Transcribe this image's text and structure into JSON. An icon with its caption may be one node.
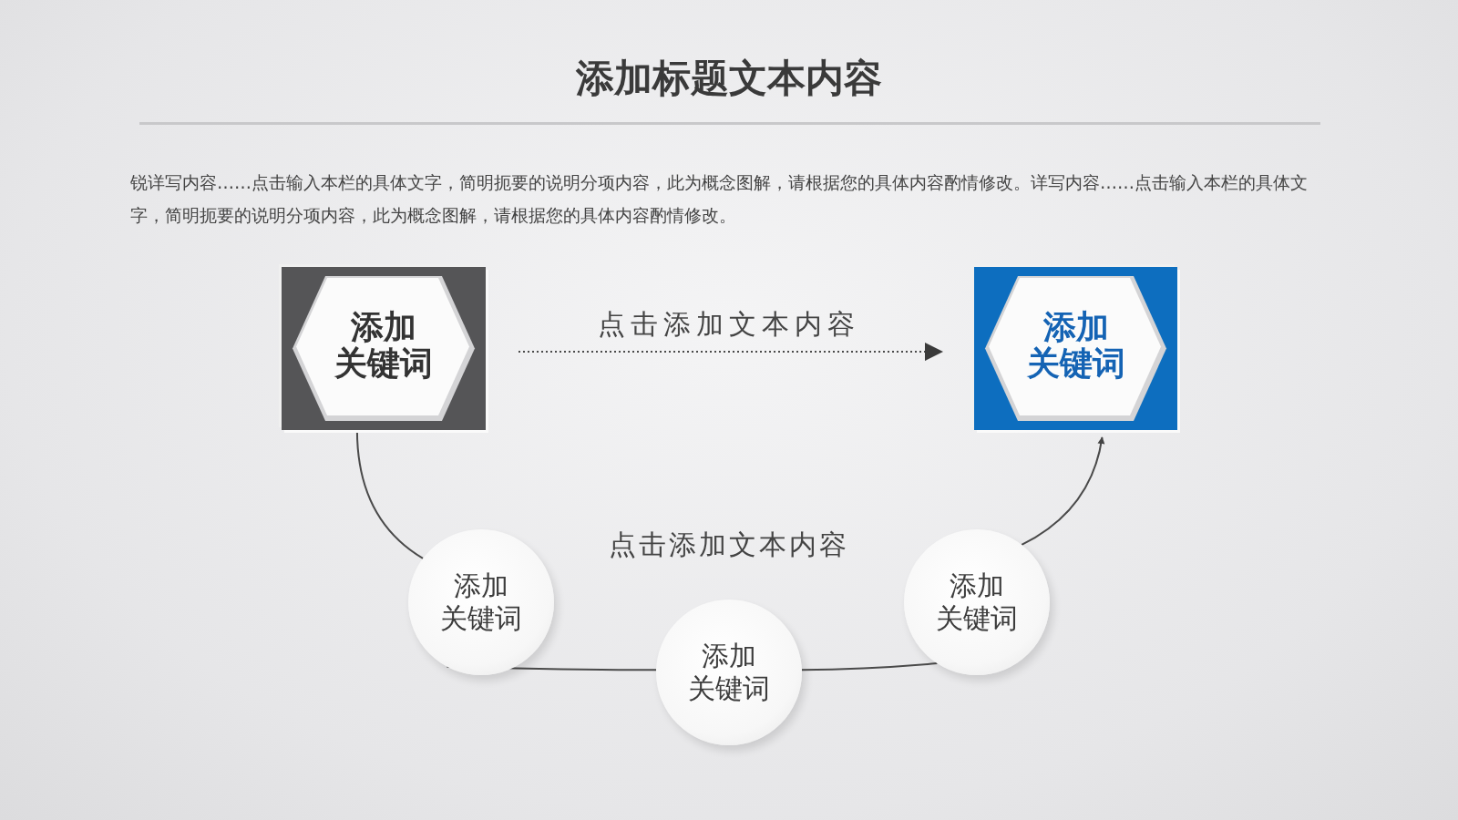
{
  "diagram": {
    "title": "添加标题文本内容",
    "nodes": [
      {
        "text": [
          "添加",
          "关键词"
        ]
      },
      {
        "text": [
          "添加",
          "关键词"
        ]
      },
      {
        "text": [
          "添加",
          "关键词"
        ]
      },
      {
        "text": [
          "添加",
          "关键词"
        ]
      },
      {
        "text": [
          "添加",
          "关键词"
        ]
      }
    ],
    "edges": [
      {
        "from": 0,
        "to": 1,
        "arrow": "to",
        "style": "dashed",
        "label": "点击添加文本内容"
      },
      {
        "from": 0,
        "to": 2,
        "arrow": "none"
      },
      {
        "from": 2,
        "to": 3,
        "arrow": "none"
      },
      {
        "from": 3,
        "to": 4,
        "arrow": "none"
      },
      {
        "from": 4,
        "to": 1,
        "arrow": "to"
      }
    ],
    "labels": [
      "锐详写内容……点击输入本栏的具体文字，简明扼要的说明分项内容，此为概念图解，请根据您的具体内容酌情修改。详写内容……点击输入本栏的具体文字，简明扼要的说明分项内容，此为概念图解，请根据您的具体内容酌情修改。",
      "点击添加文本内容"
    ]
  }
}
